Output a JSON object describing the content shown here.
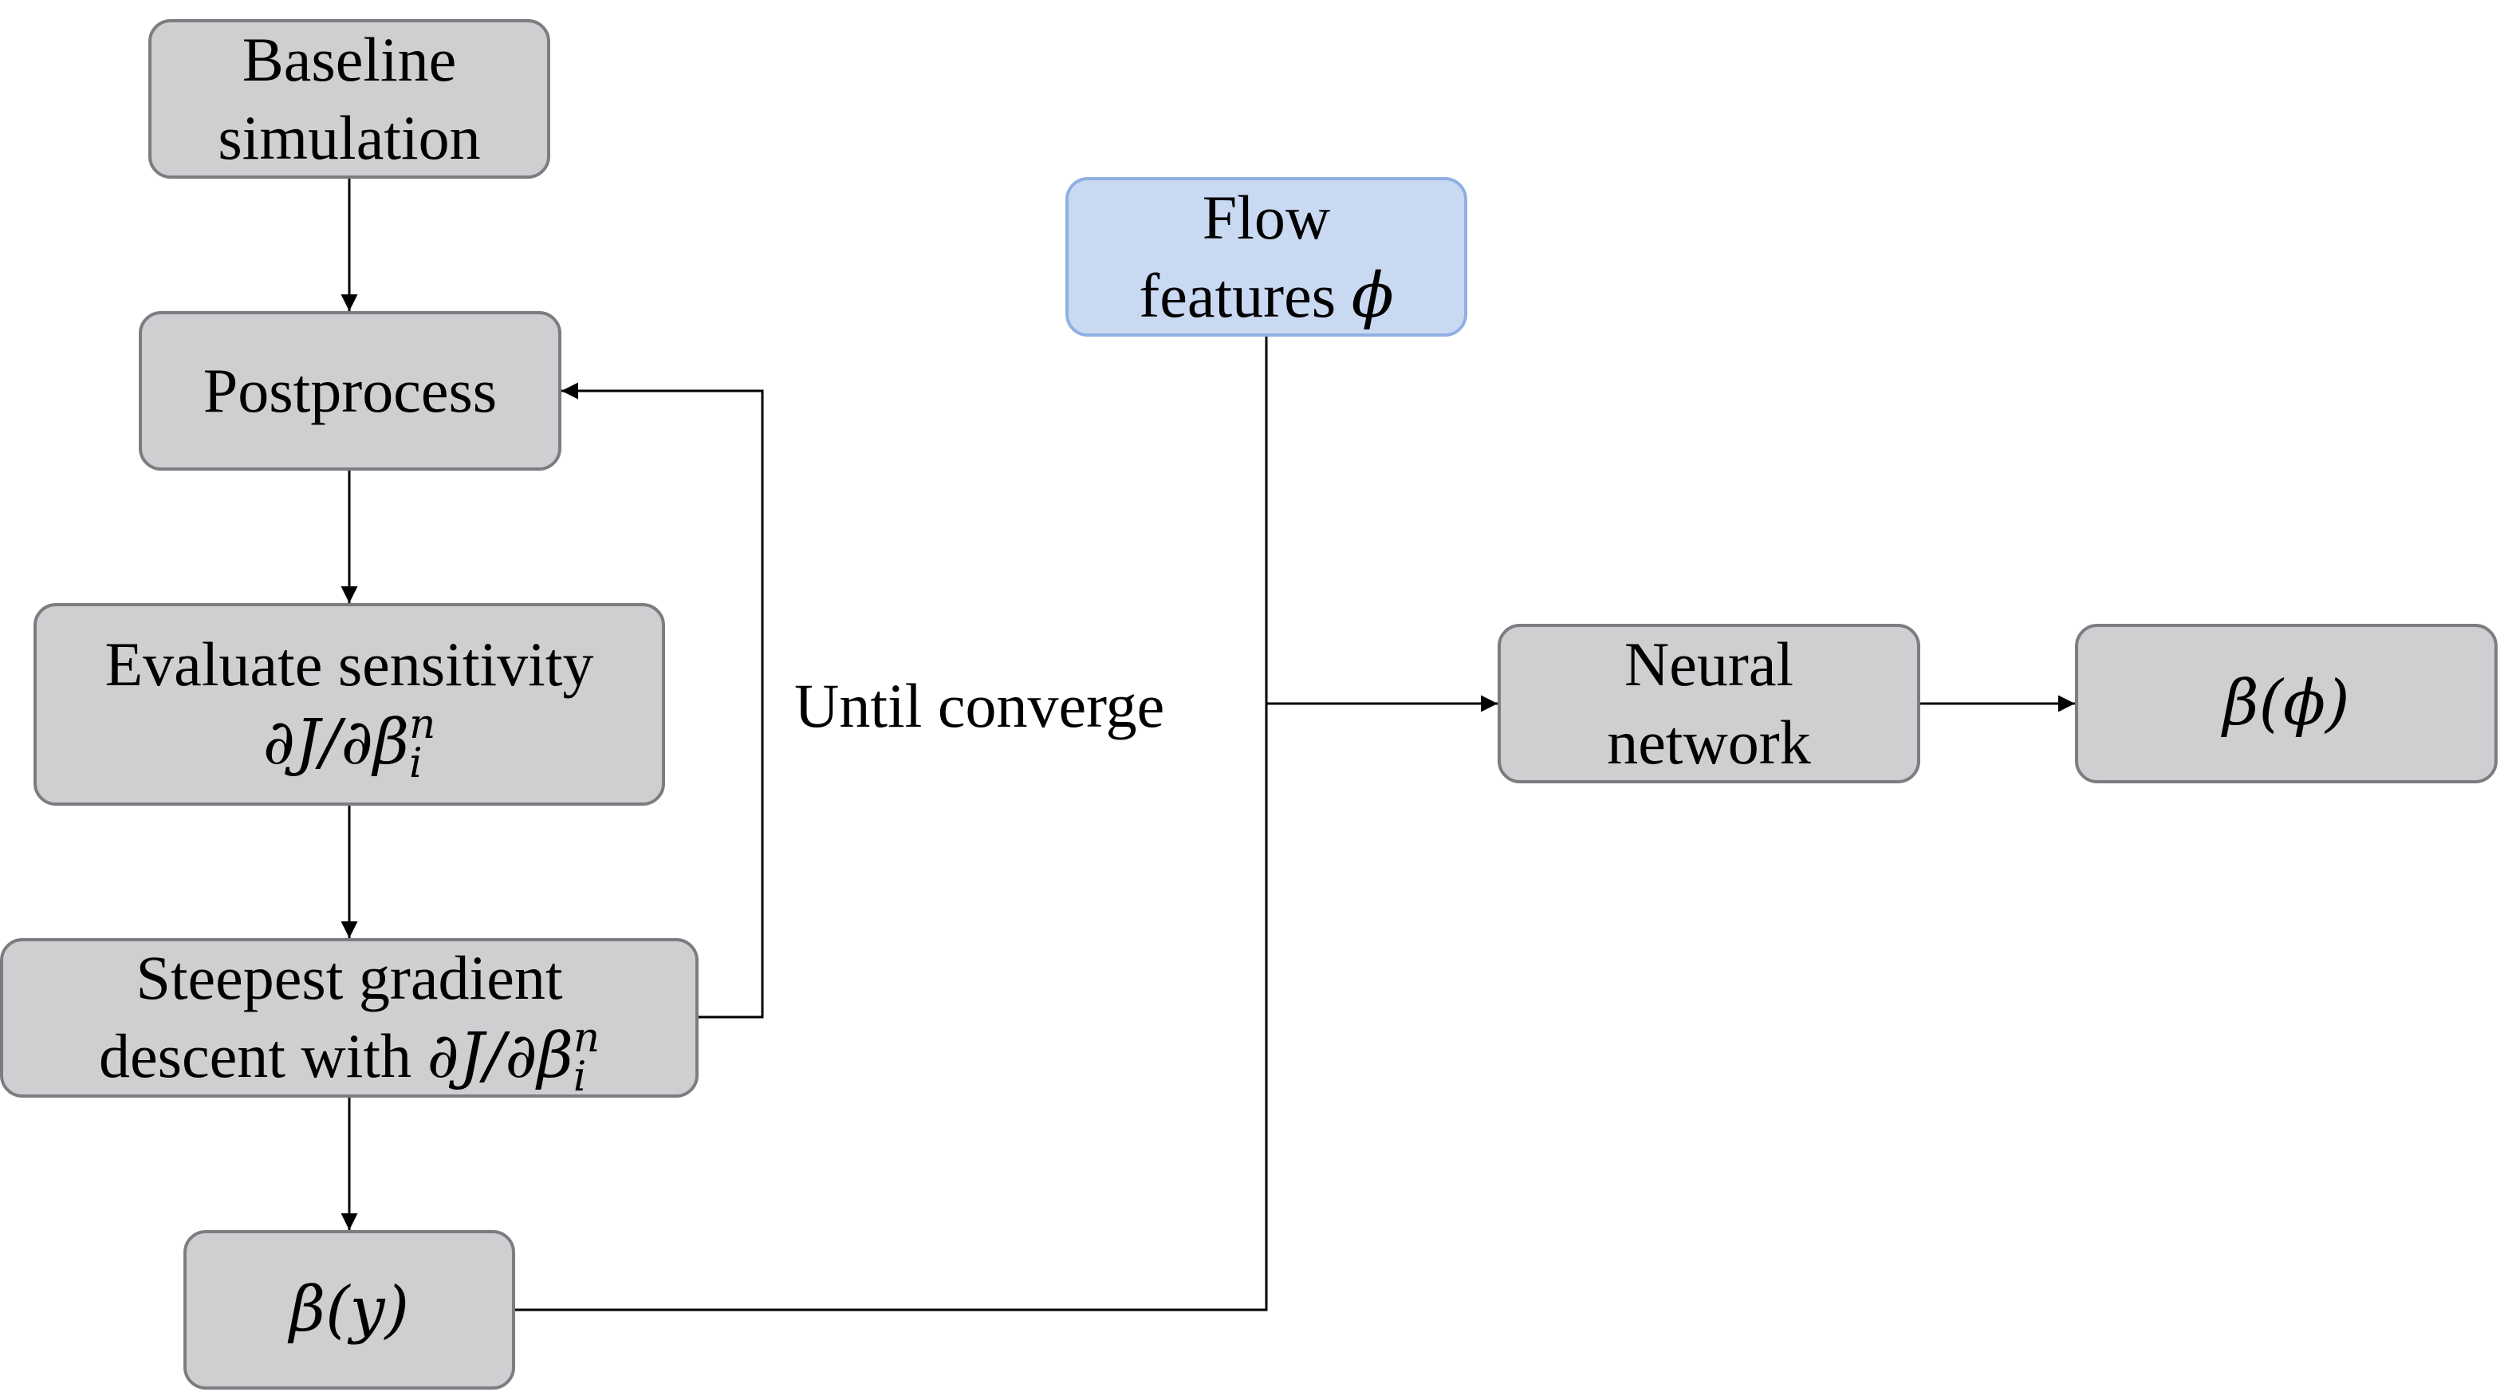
{
  "nodes": {
    "baseline": {
      "line1": "Baseline",
      "line2": "simulation"
    },
    "postprocess": {
      "text": "Postprocess"
    },
    "evaluate": {
      "line1": "Evaluate sensitivity",
      "line2_math": "∂J/∂β",
      "sup": "n",
      "sub": "i"
    },
    "steepest": {
      "line1": "Steepest gradient",
      "line2_prefix": "descent with ",
      "line2_math": "∂J/∂β",
      "sup": "n",
      "sub": "i"
    },
    "beta_y": {
      "math": "β(y)"
    },
    "flow": {
      "line1": "Flow",
      "line2_prefix": "features ",
      "line2_math": "ϕ"
    },
    "neural": {
      "line1": "Neural",
      "line2": "network"
    },
    "beta_phi": {
      "math": "β(ϕ)"
    }
  },
  "loop_label": "Until converge",
  "colors": {
    "node_fill": "#cdcfd1",
    "node_border": "#7b7d80",
    "feature_fill": "#cad9f2",
    "feature_border": "#90b0e3",
    "line": "#000000"
  }
}
